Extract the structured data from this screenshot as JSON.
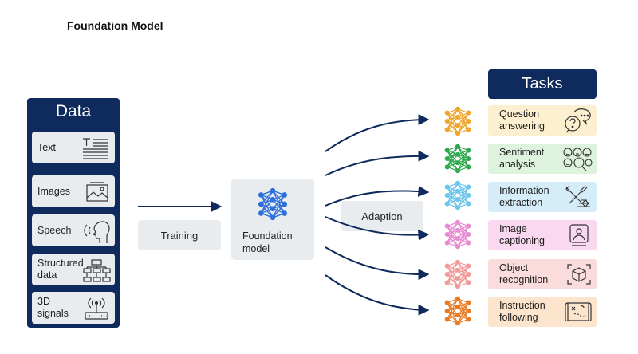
{
  "title": "Foundation Model",
  "data_panel": {
    "header": "Data",
    "items": [
      {
        "label": "Text",
        "icon": "text-document-icon"
      },
      {
        "label": "Images",
        "icon": "image-icon"
      },
      {
        "label": "Speech",
        "icon": "speaking-head-icon"
      },
      {
        "label": "Structured data",
        "icon": "org-chart-icon"
      },
      {
        "label": "3D signals",
        "icon": "radio-signal-icon"
      }
    ]
  },
  "training_label": "Training",
  "foundation_label": "Foundation model",
  "adaption_label": "Adaption",
  "tasks": {
    "header": "Tasks",
    "items": [
      {
        "label": "Question answering",
        "color": "#fdf0d0",
        "net_color": "#f0a52b",
        "icon": "speech-bubble-question-icon"
      },
      {
        "label": "Sentiment analysis",
        "color": "#def3de",
        "net_color": "#2ea84f",
        "icon": "emoji-faces-icon"
      },
      {
        "label": "Information extraction",
        "color": "#d5ecf9",
        "net_color": "#6cc5ec",
        "icon": "tools-extract-icon"
      },
      {
        "label": "Image captioning",
        "color": "#f9d8f0",
        "net_color": "#e88ad2",
        "icon": "image-caption-icon"
      },
      {
        "label": "Object recognition",
        "color": "#fbdcdc",
        "net_color": "#f29a9a",
        "icon": "cube-frame-icon"
      },
      {
        "label": "Instruction following",
        "color": "#fde4cc",
        "net_color": "#ea7a22",
        "icon": "treasure-map-icon"
      }
    ]
  },
  "colors": {
    "navy": "#0f2a5c",
    "panel_gray": "#e9ecef",
    "network_blue": "#2f6fdb"
  }
}
